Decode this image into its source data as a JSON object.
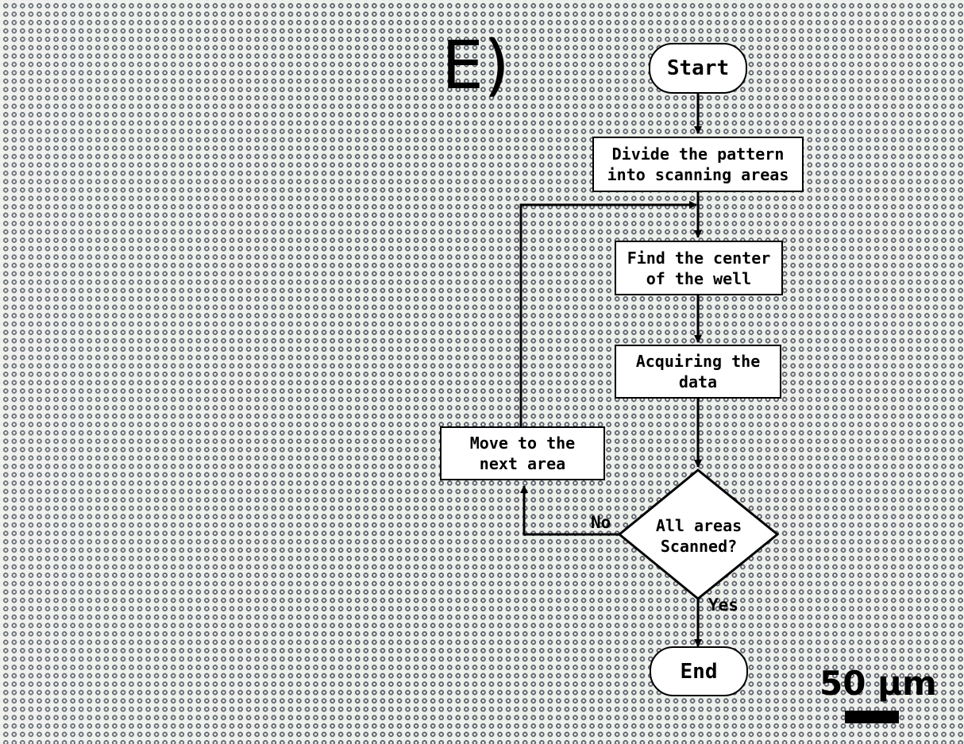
{
  "panel_label": "E)",
  "flowchart": {
    "start": "Start",
    "divide": "Divide the pattern\ninto scanning areas",
    "find_center": "Find the center\nof the well",
    "acquire": "Acquiring the\ndata",
    "decision": "All areas\nScanned?",
    "move_next": "Move to the\nnext area",
    "end": "End",
    "edge_no": "No",
    "edge_yes": "Yes"
  },
  "scale_bar": {
    "label": "50 µm"
  },
  "colors": {
    "node_fill": "#ffffff",
    "stroke": "#000000",
    "well_dot": "#5a5f6a",
    "background": "#eef0ec"
  }
}
